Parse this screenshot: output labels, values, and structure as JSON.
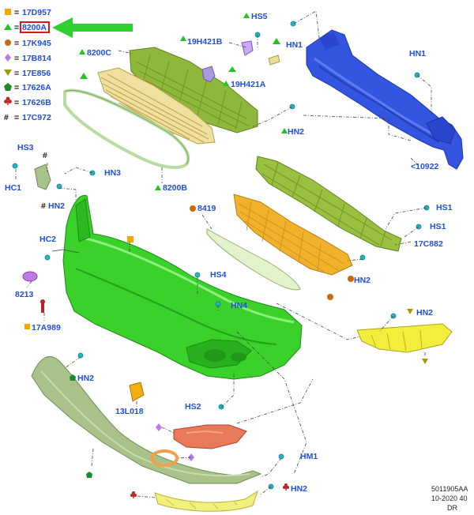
{
  "legend": [
    {
      "code": "17D957",
      "symbol": "square",
      "color": "#f0a800"
    },
    {
      "code": "8200A",
      "symbol": "triangle",
      "color": "#22c322",
      "highlighted": true
    },
    {
      "code": "17K945",
      "symbol": "circle",
      "color": "#c86a14"
    },
    {
      "code": "17B814",
      "symbol": "diamond",
      "color": "#b57be8"
    },
    {
      "code": "17E856",
      "symbol": "triangle-down",
      "color": "#a49a00"
    },
    {
      "code": "17626A",
      "symbol": "pentagon",
      "color": "#1c8a2a"
    },
    {
      "code": "17626B",
      "symbol": "club",
      "color": "#c0242a"
    },
    {
      "code": "17C972",
      "symbol": "hash",
      "color": "#111111"
    }
  ],
  "equals_sign": "=",
  "labels": {
    "hs5": "HS5",
    "h19h421b": "19H421B",
    "hn1_top": "HN1",
    "h8200c": "8200C",
    "h19h421a": "19H421A",
    "hn1_right": "HN1",
    "hn2_mid": "HN2",
    "hs3": "HS3",
    "hash_mark": "#",
    "hn3": "HN3",
    "hc1": "HC1",
    "h8200b": "8200B",
    "h10922": "<10922",
    "hn2_left": "HN2",
    "h8419": "8419",
    "hs1_a": "HS1",
    "hs1_b": "HS1",
    "hc2": "HC2",
    "h17c882": "17C882",
    "hs4": "HS4",
    "hn2_grille": "HN2",
    "h8213": "8213",
    "hn4": "HN4",
    "h17a989": "17A989",
    "hn2_bracket": "HN2",
    "hn2_lower": "HN2",
    "h13l018": "13L018",
    "hs2": "HS2",
    "hm1": "HM1",
    "hn2_bottom": "HN2"
  },
  "footer": {
    "line1": "5011905AA",
    "line2": "10-2020 40",
    "line3": "DR"
  },
  "colors": {
    "label_blue": "#1f4fd6",
    "arrow_green": "#2fd12f",
    "highlight_red": "#e0141e",
    "beam_blue": "#3355e0",
    "bumper_green": "#39d12a",
    "grille_olive": "#8fb83a",
    "grille_orange": "#f0b22a",
    "trim_yellow": "#f0f07a",
    "bracket_yellow": "#f2ee3a",
    "underbody_green": "#a8c28a",
    "clip_cyan": "#20b8c8",
    "lamp_cover_red": "#e87a5a"
  }
}
